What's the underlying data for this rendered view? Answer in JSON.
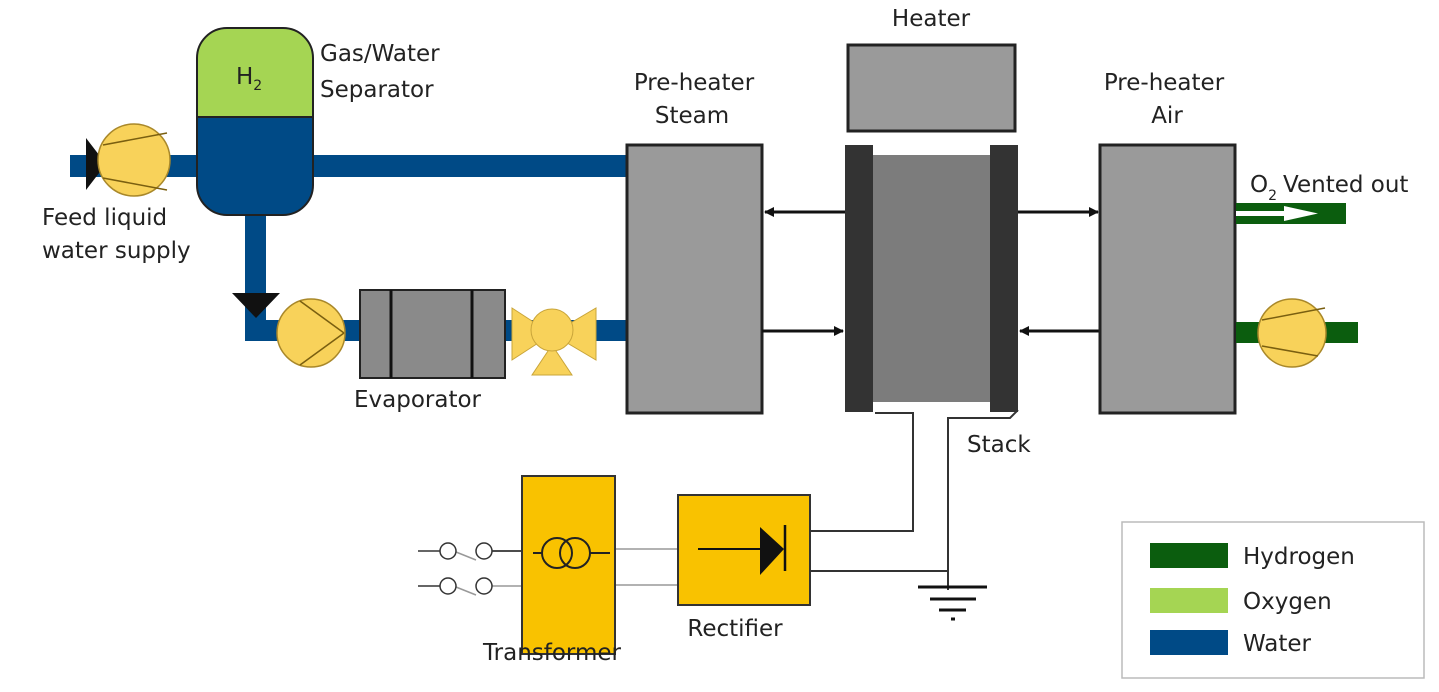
{
  "labels": {
    "separator_gas": "H",
    "separator_gas_sub": "2",
    "separator_line1": "Gas/Water",
    "separator_line2": "Separator",
    "feed_line1": "Feed liquid",
    "feed_line2": "water supply",
    "evaporator": "Evaporator",
    "preheater_steam_line1": "Pre-heater",
    "preheater_steam_line2": "Steam",
    "heater": "Heater",
    "stack": "Stack",
    "preheater_air_line1": "Pre-heater",
    "preheater_air_line2": "Air",
    "vent_o": "O",
    "vent_sub": "2",
    "vent_text": "Vented out",
    "transformer": "Transformer",
    "rectifier": "Rectifier"
  },
  "legend": [
    {
      "label": "Hydrogen",
      "color": "#0b5d0e"
    },
    {
      "label": "Oxygen",
      "color": "#a5d553"
    },
    {
      "label": "Water",
      "color": "#004a86"
    }
  ],
  "colors": {
    "water": "#004a86",
    "hydrogen": "#0b5d0e",
    "oxygen": "#a5d553",
    "equipment_gray": "#9a9a9a",
    "electrical_yellow": "#f9c200",
    "pump_yellow": "#f8d25a"
  }
}
